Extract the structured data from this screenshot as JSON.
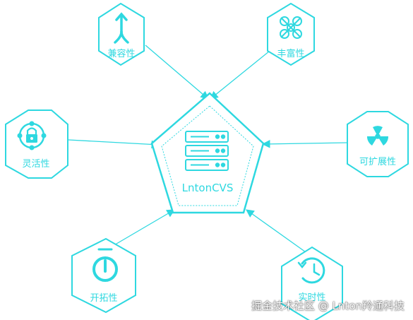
{
  "center": {
    "label": "LntonCVS"
  },
  "nodes": [
    {
      "key": "compat",
      "label": "兼容性",
      "icon": "merge-arrow-icon"
    },
    {
      "key": "rich",
      "label": "丰富性",
      "icon": "knot-pattern-icon"
    },
    {
      "key": "flex",
      "label": "灵活性",
      "icon": "locked-network-icon"
    },
    {
      "key": "scal",
      "label": "可扩展性",
      "icon": "radiation-icon"
    },
    {
      "key": "open",
      "label": "开拓性",
      "icon": "power-timer-icon"
    },
    {
      "key": "realtime",
      "label": "实时性",
      "icon": "history-clock-icon"
    }
  ],
  "watermark": "掘金技术社区 @ Lnton羚通科技",
  "colors": {
    "accent": "#2ed8e0",
    "dark": "#1aaeb6"
  }
}
